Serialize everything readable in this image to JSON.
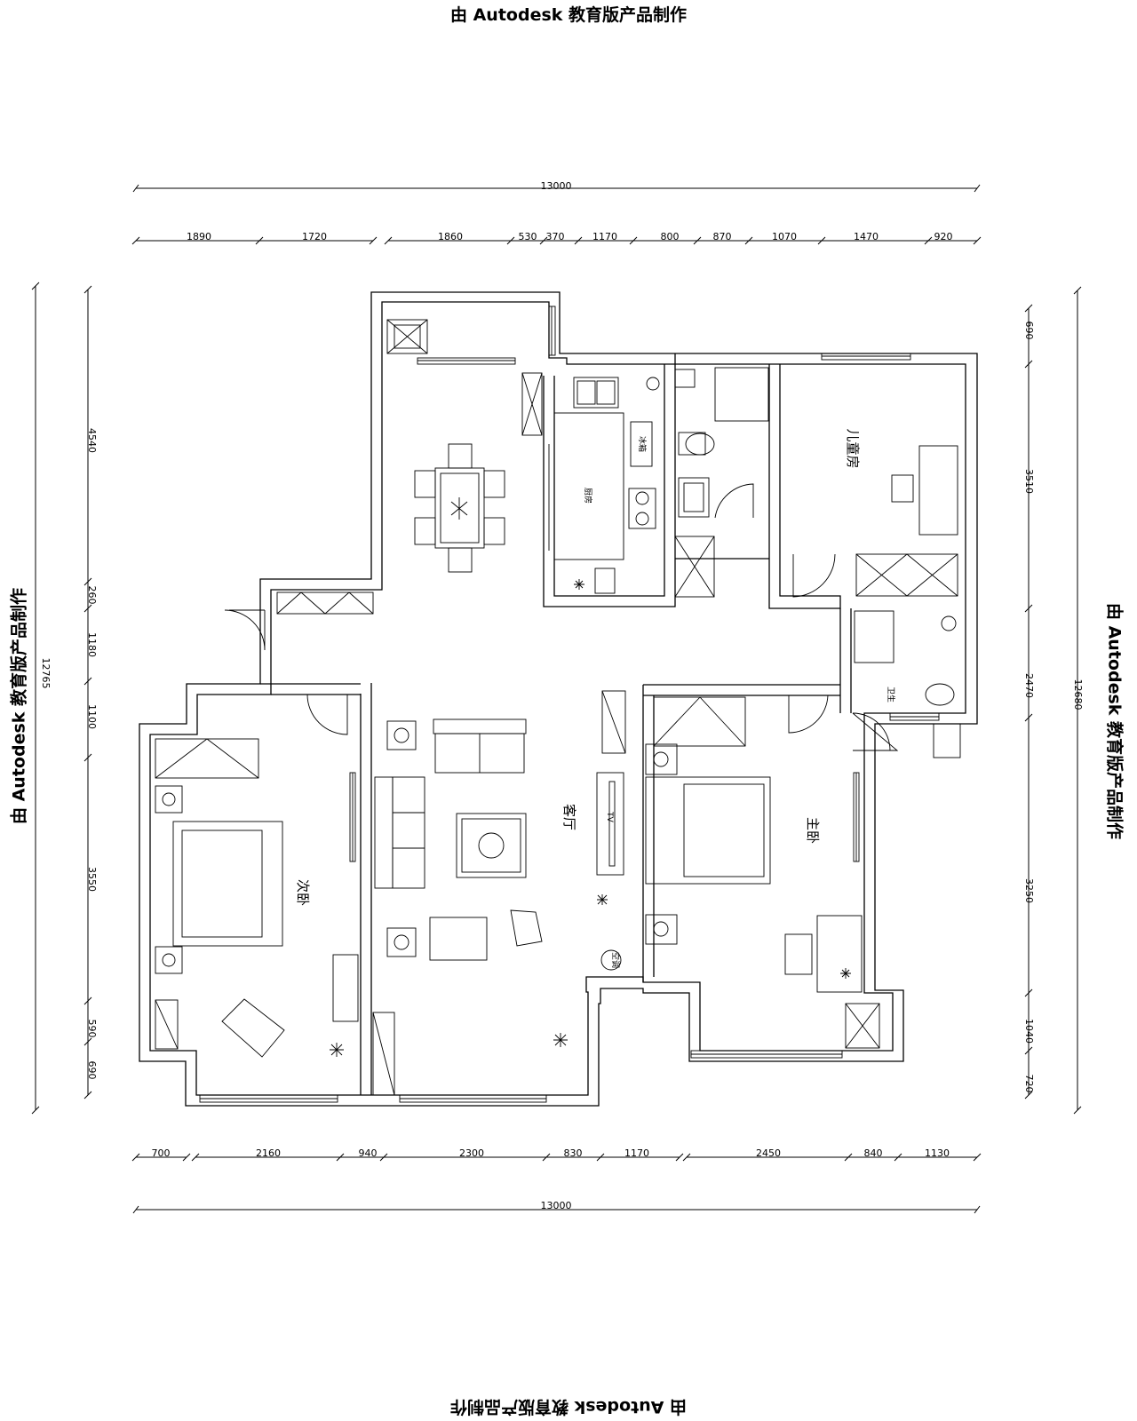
{
  "watermark": {
    "text": "由 Autodesk 教育版产品制作"
  },
  "dimensions": {
    "top_total": "13000",
    "top_segments": [
      "1890",
      "1720",
      "1860",
      "530",
      "370",
      "1170",
      "800",
      "870",
      "1070",
      "1470",
      "920"
    ],
    "bottom_segments": [
      "700",
      "2160",
      "940",
      "2300",
      "830",
      "1170",
      "2450",
      "840",
      "1130"
    ],
    "bottom_total": "13000",
    "left_total": "12765",
    "left_segments": [
      "4540",
      "260",
      "1180",
      "1100",
      "3550",
      "590",
      "690"
    ],
    "right_total": "12680",
    "right_segments": [
      "690",
      "3510",
      "2470",
      "3250",
      "1040",
      "720"
    ]
  },
  "rooms": {
    "kitchen": "厨房",
    "children_room": "儿童房",
    "living_room": "客厅",
    "master_bedroom": "主卧",
    "second_bedroom": "次卧",
    "bathroom": "卫生",
    "tv": "TV",
    "fridge": "冰箱",
    "ac": "空调"
  }
}
